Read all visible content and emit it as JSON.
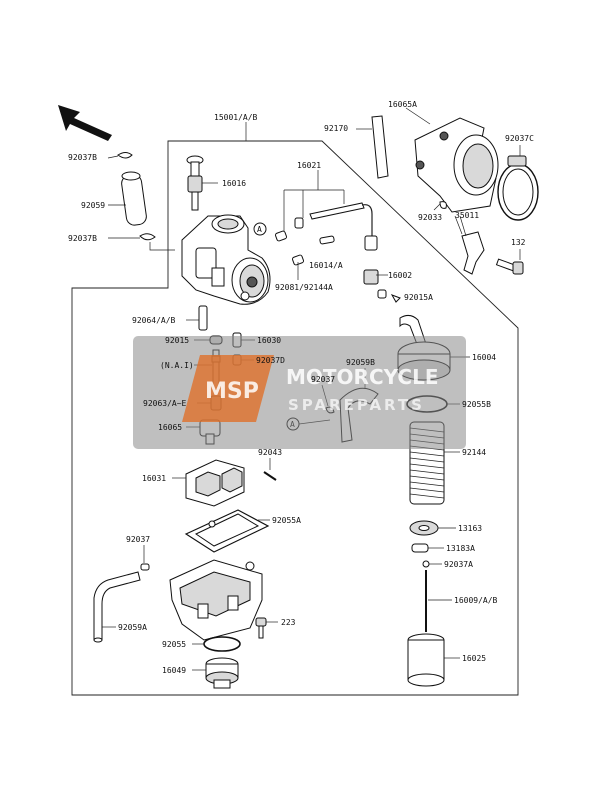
{
  "labels": {
    "p15001": "15001/A/B",
    "p16065A": "16065A",
    "p92170": "92170",
    "p92037C": "92037C",
    "p92037B_top": "92037B",
    "p92059": "92059",
    "p92037B_bot": "92037B",
    "p16016": "16016",
    "p16021": "16021",
    "p92033": "92033",
    "p35011": "35011",
    "p132": "132",
    "p16014A": "16014/A",
    "p16002": "16002",
    "p92081": "92081/92144A",
    "p92015A": "92015A",
    "p92064": "92064/A/B",
    "p16030": "16030",
    "p92015": "92015",
    "p92037D": "92037D",
    "pNAI": "(N.A.I)",
    "p92059B": "92059B",
    "p16004": "16004",
    "p92037": "92037",
    "p92063": "92063/A~E",
    "p92055B": "92055B",
    "p16065": "16065",
    "p92043": "92043",
    "p92144": "92144",
    "p16031": "16031",
    "p92055A": "92055A",
    "p13163": "13163",
    "p13183A": "13183A",
    "p92037_left": "92037",
    "p92037A": "92037A",
    "p16009": "16009/A/B",
    "p92059A": "92059A",
    "p223": "223",
    "p92055": "92055",
    "p16025": "16025",
    "p16049": "16049",
    "refA1": "A",
    "refA2": "A"
  },
  "watermark": {
    "logo": "MSP",
    "title": "MOTORCYCLE",
    "subtitle": "SPAREPARTS"
  },
  "colors": {
    "watermark_bg": "#8a8a8a",
    "watermark_logo": "#e0702a"
  }
}
